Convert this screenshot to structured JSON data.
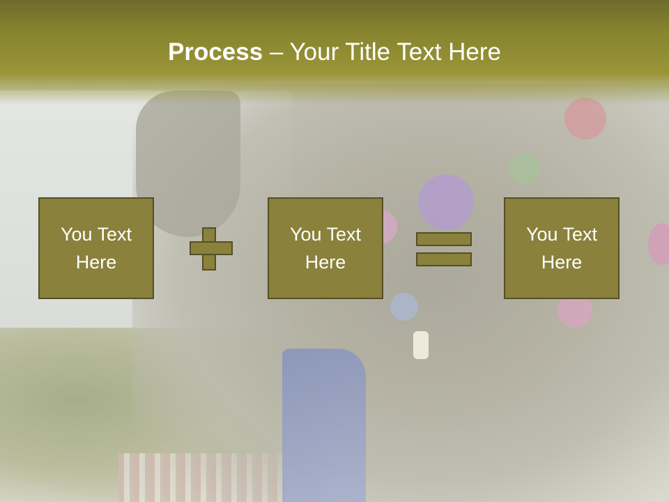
{
  "title": {
    "bold": "Process",
    "rest": " – Your Title Text Here"
  },
  "boxes": [
    {
      "label": "You Text Here"
    },
    {
      "label": "You Text Here"
    },
    {
      "label": "You Text Here"
    }
  ],
  "operators": [
    "plus",
    "equals"
  ],
  "colors": {
    "header": "#87842f",
    "box_fill": "#89813c",
    "box_border": "#544f26",
    "text": "#ffffff"
  }
}
